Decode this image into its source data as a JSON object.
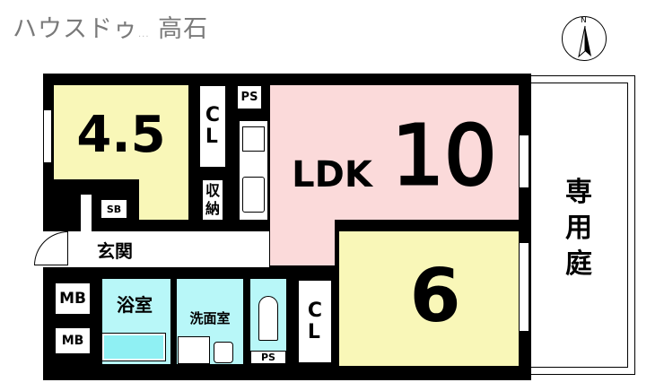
{
  "header": {
    "title": "ハウスドゥ",
    "title_suffix": "...",
    "branch": "高石"
  },
  "compass": {
    "north_label": "N"
  },
  "rooms": {
    "western_small": "4.5",
    "ldk_label": "LDK",
    "ldk_size": "10",
    "western_large": "6",
    "closet": "C\nL",
    "storage": "収\n納",
    "ps_top": "PS",
    "ps_bottom": "PS",
    "sb": "SB",
    "entrance": "玄関",
    "mb_top": "MB",
    "mb_bottom": "MB",
    "bath": "浴室",
    "washroom": "洗面室",
    "garden": "専\n用\n庭"
  },
  "colors": {
    "yellow": "#f9f7b8",
    "pink": "#fbdada",
    "cyan": "#b8f7f8"
  }
}
